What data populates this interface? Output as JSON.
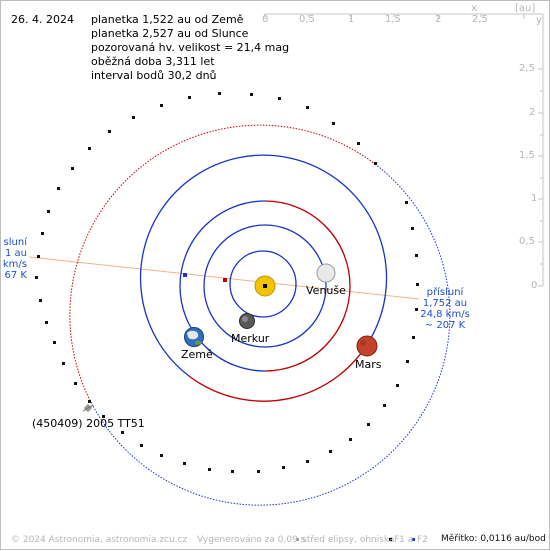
{
  "date": "26. 4. 2024",
  "info": {
    "line1": "planetka 1,522 au od Země",
    "line2": "planetka 2,527 au od Slunce",
    "line3": "pozorovaná hv. velikost = 21,4 mag",
    "line4": "oběžná doba 3,311 let",
    "line5": "interval bodů 30,2 dnů"
  },
  "axis": {
    "x_label": "x",
    "unit": "[au]",
    "y_label": "y",
    "x_ticks": [
      "0",
      "0,5",
      "1",
      "1,5",
      "2",
      "2,5"
    ],
    "y_ticks": [
      "2,5",
      "2",
      "1,5",
      "1",
      "0,5",
      "0"
    ]
  },
  "bodies": {
    "venus": "Venuše",
    "earth": "Země",
    "mercury": "Merkur",
    "mars": "Mars",
    "asteroid": "(450409) 2005 TT51"
  },
  "perihelion": {
    "title": "přísluní",
    "dist": "1,752 au",
    "speed": "24,8 km/s",
    "temp": "~ 207 K"
  },
  "aphelion": {
    "title": "sluní",
    "dist": "1 au",
    "speed": "km/s",
    "temp": "67 K"
  },
  "footer": {
    "copyright": "© 2024 Astronomia, astronomia.zcu.cz",
    "generated": "Vygenerováno za 0,09 s",
    "legend_center": "střed elipsy, ohniska",
    "legend_f1": "F1 a",
    "legend_f2": "F2",
    "scale": "Měřítko: 0,0116 au/bod"
  },
  "colors": {
    "axis_gray": "#b9b9b9",
    "orbit_red": "#c00000",
    "orbit_blue": "#1a33c8",
    "label_blue": "#1e4fd1",
    "sun": "#f3c300",
    "apsis_line": "#f2b48a"
  }
}
